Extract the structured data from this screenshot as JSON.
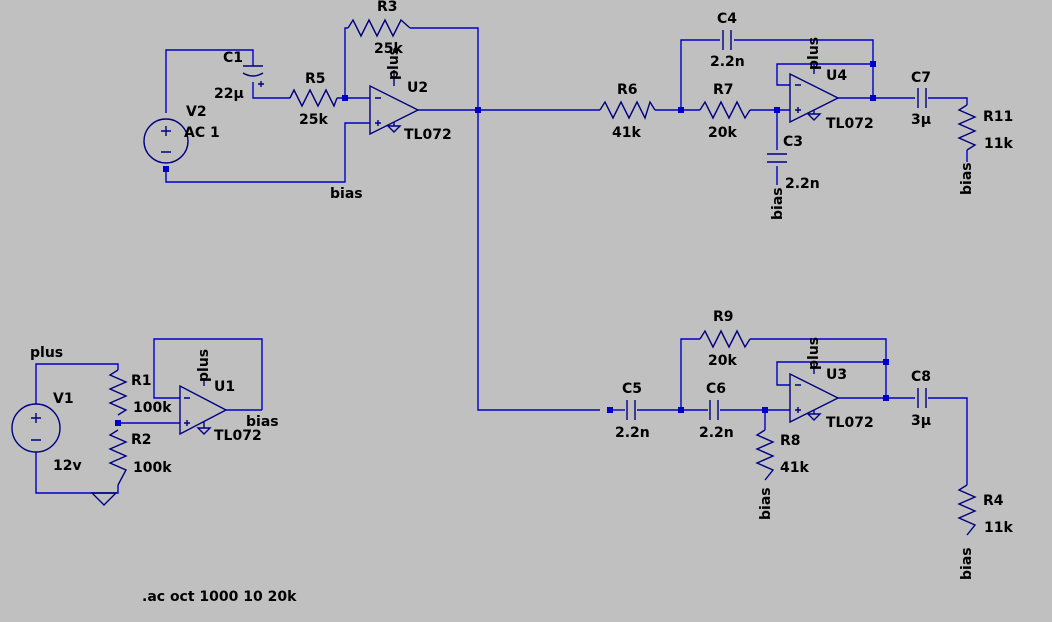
{
  "components": {
    "V2": {
      "ref": "V2",
      "value": "AC 1"
    },
    "V1": {
      "ref": "V1",
      "value": "12v"
    },
    "C1": {
      "ref": "C1",
      "value": "22µ"
    },
    "R5": {
      "ref": "R5",
      "value": "25k"
    },
    "R3": {
      "ref": "R3",
      "value": "25k"
    },
    "U2": {
      "ref": "U2",
      "value": "TL072"
    },
    "R6": {
      "ref": "R6",
      "value": "41k"
    },
    "R7": {
      "ref": "R7",
      "value": "20k"
    },
    "C4": {
      "ref": "C4",
      "value": "2.2n"
    },
    "C3": {
      "ref": "C3",
      "value": "2.2n"
    },
    "U4": {
      "ref": "U4",
      "value": "TL072"
    },
    "C7": {
      "ref": "C7",
      "value": "3µ"
    },
    "R11": {
      "ref": "R11",
      "value": "11k"
    },
    "R1": {
      "ref": "R1",
      "value": "100k"
    },
    "R2": {
      "ref": "R2",
      "value": "100k"
    },
    "U1": {
      "ref": "U1",
      "value": "TL072"
    },
    "C5": {
      "ref": "C5",
      "value": "2.2n"
    },
    "C6": {
      "ref": "C6",
      "value": "2.2n"
    },
    "R9": {
      "ref": "R9",
      "value": "20k"
    },
    "R8": {
      "ref": "R8",
      "value": "41k"
    },
    "U3": {
      "ref": "U3",
      "value": "TL072"
    },
    "C8": {
      "ref": "C8",
      "value": "3µ"
    },
    "R4": {
      "ref": "R4",
      "value": "11k"
    }
  },
  "nets": {
    "plus": "plus",
    "bias": "bias"
  },
  "directive": ".ac oct 1000 10 20k",
  "colors": {
    "wire": "#0000cc",
    "symbol": "#000080",
    "background": "#c0c0c0"
  }
}
